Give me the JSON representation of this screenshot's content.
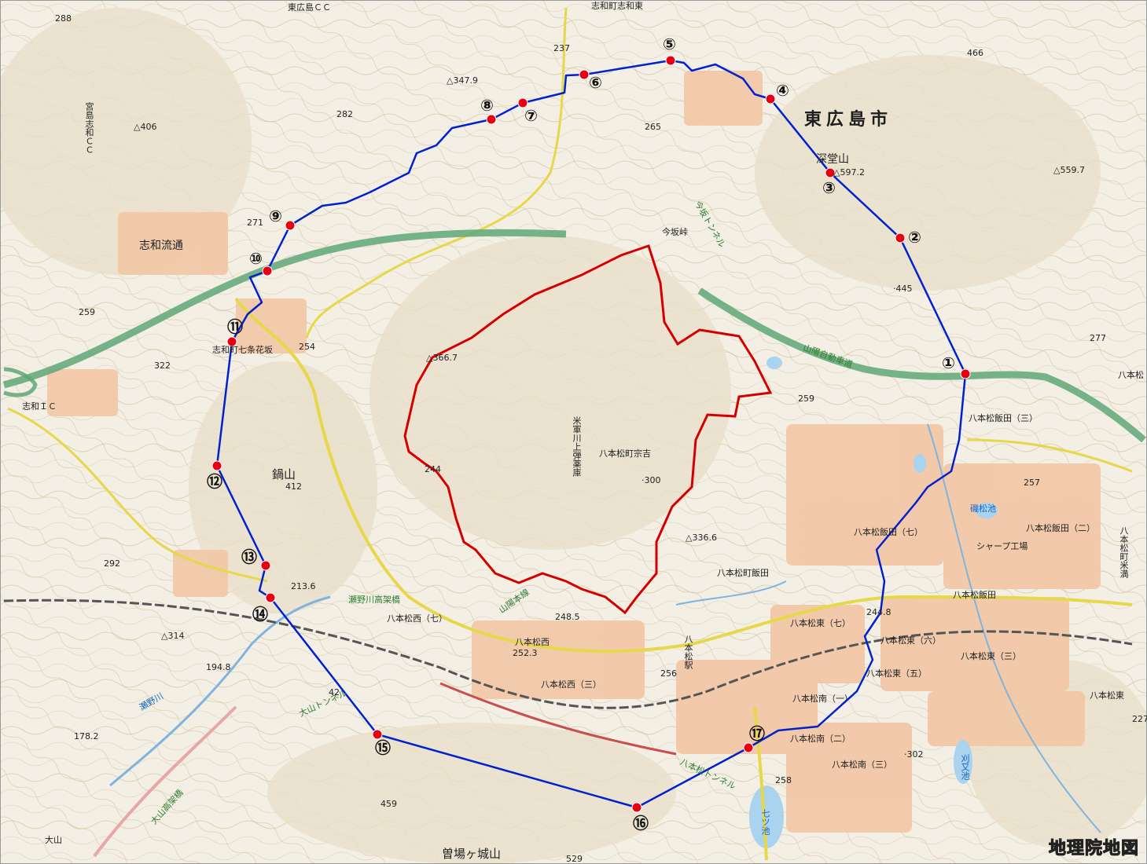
{
  "map": {
    "credit": "地理院地図",
    "colors": {
      "route_line": "#0022cc",
      "point_marker": "#e60012",
      "area_boundary": "#d40000",
      "expressway": "#5fa777",
      "national_road": "#e6d84a",
      "water": "#a9d3ef",
      "background": "#f3efe4"
    },
    "labels": {
      "higashihiroshima_city": "東広島市",
      "higashihiroshima_cc": "東広島ＣＣ",
      "shiwa_higashi": "志和町志和東",
      "miyajima_shiwa_cc": "宮島志和ＣＣ",
      "shiwa_ryutsu": "志和流通",
      "shiwa_ic": "志和ＩＣ",
      "shiwa_hanasaka": "志和町七条花坂",
      "nabeyama": "鍋山",
      "misedo_yama": "深堂山",
      "imasaka_toge": "今坂峠",
      "sanyo_expressway": "山陽自動車道",
      "sanyo_main_line": "山陽本線",
      "senogawa_bridge": "瀬野川高架橋",
      "yonegun_storage": "米軍川上弾薬庫",
      "hachihonmatsu_munetoshi": "八本松町宗吉",
      "hachihonmatsu_iida": "八本松町飯田",
      "hachihonmatsu_iida_3": "八本松飯田（三）",
      "hachihonmatsu_iida_2": "八本松飯田（二）",
      "hachihonmatsu_iida_7": "八本松飯田（七）",
      "hachihonmatsu_iida_any": "八本松飯田",
      "hachihonmatsu_nishi_7": "八本松西（七）",
      "hachihonmatsu_nishi_3": "八本松西（三）",
      "hachihonmatsu_nishi": "八本松西",
      "hachihonmatsu_higashi_7": "八本松東（七）",
      "hachihonmatsu_higashi_6": "八本松東（六）",
      "hachihonmatsu_higashi_5": "八本松東（五）",
      "hachihonmatsu_higashi_3": "八本松東（三）",
      "hachihonmatsu_higashi": "八本松東",
      "hachihonmatsu_minami_1": "八本松南（一）",
      "hachihonmatsu_minami_2": "八本松南（二）",
      "hachihonmatsu_minami_3": "八本松南（三）",
      "hachihonmatsu_station": "八本松駅",
      "sharp_factory": "シャープ工場",
      "ohyama_tunnel": "大山トンネル",
      "hachihonmatsu_tunnel": "八本松トンネル",
      "sonogasho_castle": "曽場ヶ城山",
      "senogawa": "瀬野川",
      "ohyama": "大山",
      "ohyama_bridge": "大山高架橋",
      "nanatsu_ike": "七ツ池",
      "ogura_ike": "刈又池",
      "isomatsu_ike": "磯松池",
      "imasaka_tunnel": "今坂トンネル",
      "yonmatsu_area": "八本松町米満",
      "hachihonmatsu_top": "八本松"
    },
    "elevations": {
      "e288": "288",
      "e347": "△347.9",
      "e406": "△406",
      "e282": "282",
      "e265": "265",
      "e237": "237",
      "e466": "466",
      "e597": "△597.2",
      "e559": "△559.7",
      "e445": "·445",
      "e271": "271",
      "e254": "254",
      "e259": "259",
      "e322": "322",
      "e366": "△366.7",
      "e244": "244",
      "e300": "·300",
      "e412": "412",
      "e292": "292",
      "e314": "△314",
      "e2136": "213.6",
      "e1948": "194.8",
      "e1782": "178.2",
      "e248": "248.5",
      "e2523": "252.3",
      "e3366": "△336.6",
      "e459": "459",
      "e529": "529",
      "e302": "·302",
      "e258": "258",
      "e257": "257",
      "e277": "277",
      "e227": "227",
      "e2448": "244.8",
      "e256": "256",
      "e42": "42",
      "e259b": "259"
    },
    "points": [
      {
        "id": "1",
        "label": "①"
      },
      {
        "id": "2",
        "label": "②"
      },
      {
        "id": "3",
        "label": "③"
      },
      {
        "id": "4",
        "label": "④"
      },
      {
        "id": "5",
        "label": "⑤"
      },
      {
        "id": "6",
        "label": "⑥"
      },
      {
        "id": "7",
        "label": "⑦"
      },
      {
        "id": "8",
        "label": "⑧"
      },
      {
        "id": "9",
        "label": "⑨"
      },
      {
        "id": "10",
        "label": "⑩"
      },
      {
        "id": "11",
        "label": "⑪"
      },
      {
        "id": "12",
        "label": "⑫"
      },
      {
        "id": "13",
        "label": "⑬"
      },
      {
        "id": "14",
        "label": "⑭"
      },
      {
        "id": "15",
        "label": "⑮"
      },
      {
        "id": "16",
        "label": "⑯"
      },
      {
        "id": "17",
        "label": "⑰"
      }
    ]
  }
}
